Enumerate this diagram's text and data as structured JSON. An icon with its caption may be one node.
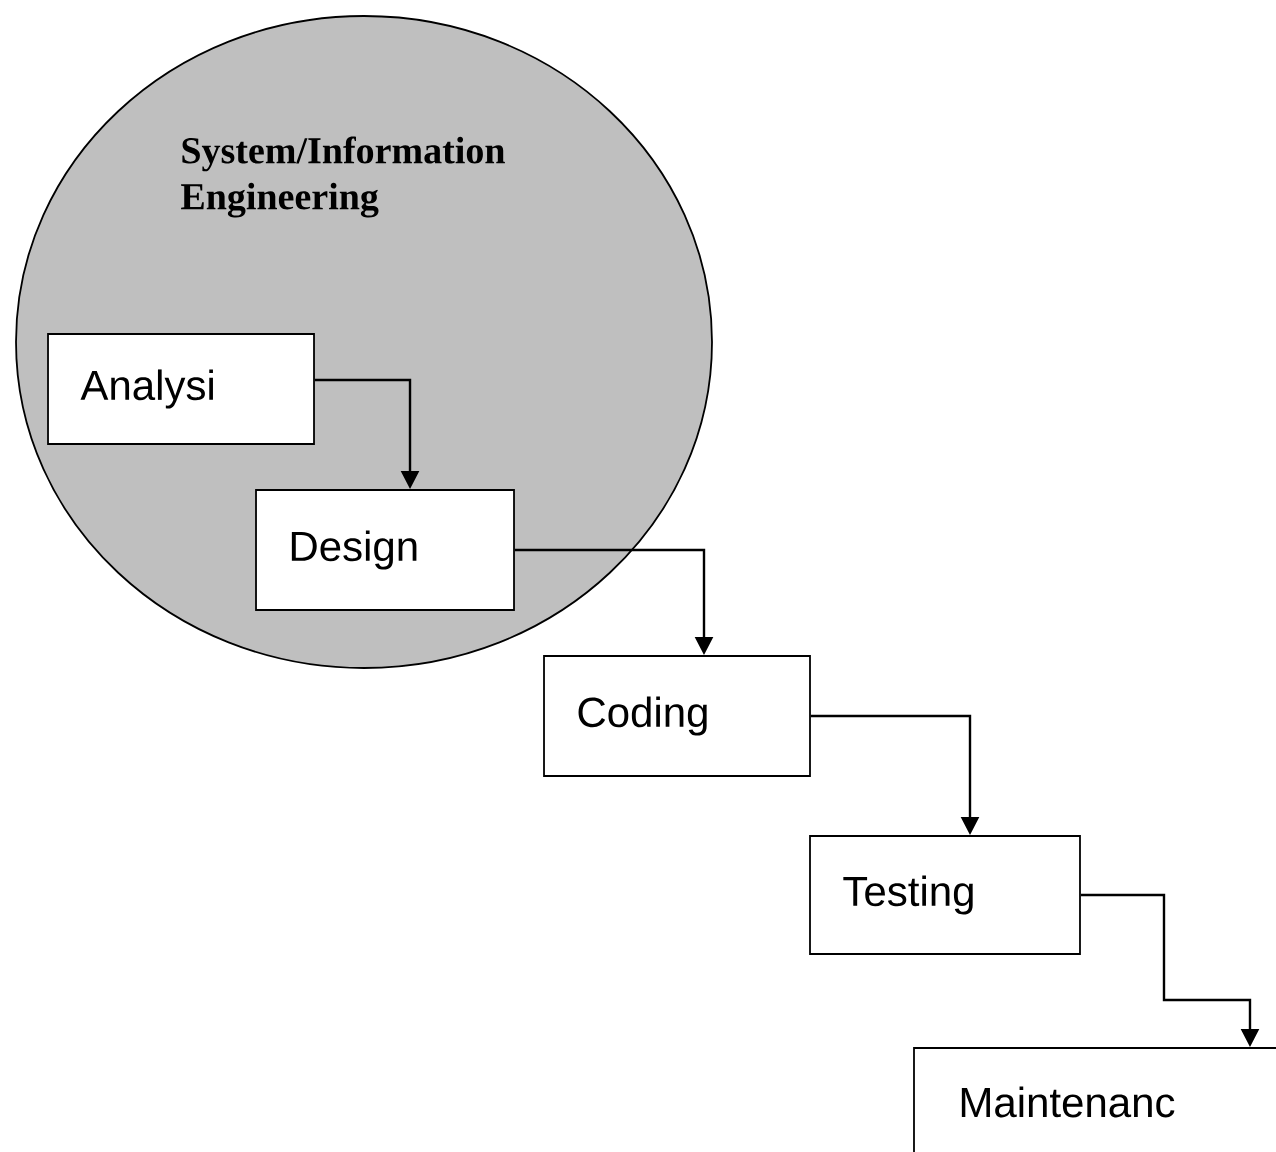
{
  "diagram": {
    "nodes": [
      {
        "text": [
          "System/Information Engineering"
        ]
      },
      {
        "text": [
          "Analysi"
        ],
        "in": 0
      },
      {
        "text": [
          "Design"
        ],
        "in": 0
      },
      {
        "text": [
          "Coding"
        ]
      },
      {
        "text": [
          "Testing"
        ]
      },
      {
        "text": [
          "Maintenanc"
        ]
      }
    ],
    "edges": [
      {
        "from": 1,
        "to": 2,
        "arrow": "to"
      },
      {
        "from": 2,
        "to": 3,
        "arrow": "to"
      },
      {
        "from": 3,
        "to": 4,
        "arrow": "to"
      },
      {
        "from": 4,
        "to": 5,
        "arrow": "to"
      }
    ]
  }
}
